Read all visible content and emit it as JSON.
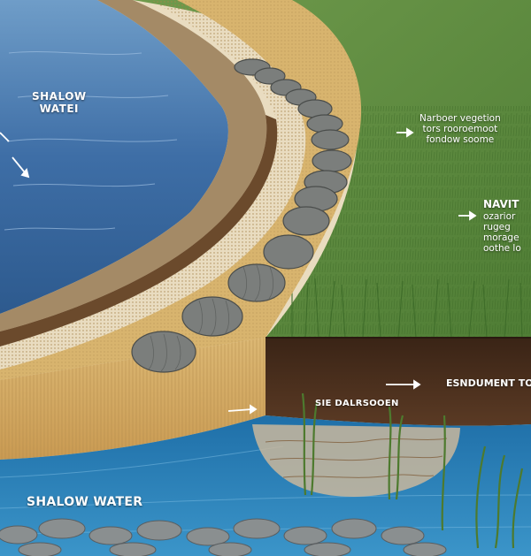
{
  "labels": {
    "shallow_water_top_line1": "SHALOW",
    "shallow_water_top_line2": "WATEI",
    "vegetation_line1": "Narboer vegetion",
    "vegetation_line2": "tors rooroemoot",
    "vegetation_line3": "fondow soome",
    "native_title": "NAVIT",
    "native_line1": "ozarior",
    "native_line2": "rugeg",
    "native_line3": "morage",
    "native_line4": "oothe lo",
    "embankment": "ESNDUMENT TO",
    "base_layer": "SIE DALRSOOEN",
    "shallow_water_bottom": "SHALOW WATER"
  },
  "colors": {
    "water_deep": "#2f5f96",
    "water_light": "#5d8fc2",
    "grass": "#5d8a3e",
    "sand": "#d7b36e",
    "soil": "#4a2f1d",
    "bottom_water": "#2f86bf",
    "coir_log": "#7a7d7a"
  },
  "icons": [
    "arrow-right-icon",
    "arrow-diagonal-icon"
  ]
}
